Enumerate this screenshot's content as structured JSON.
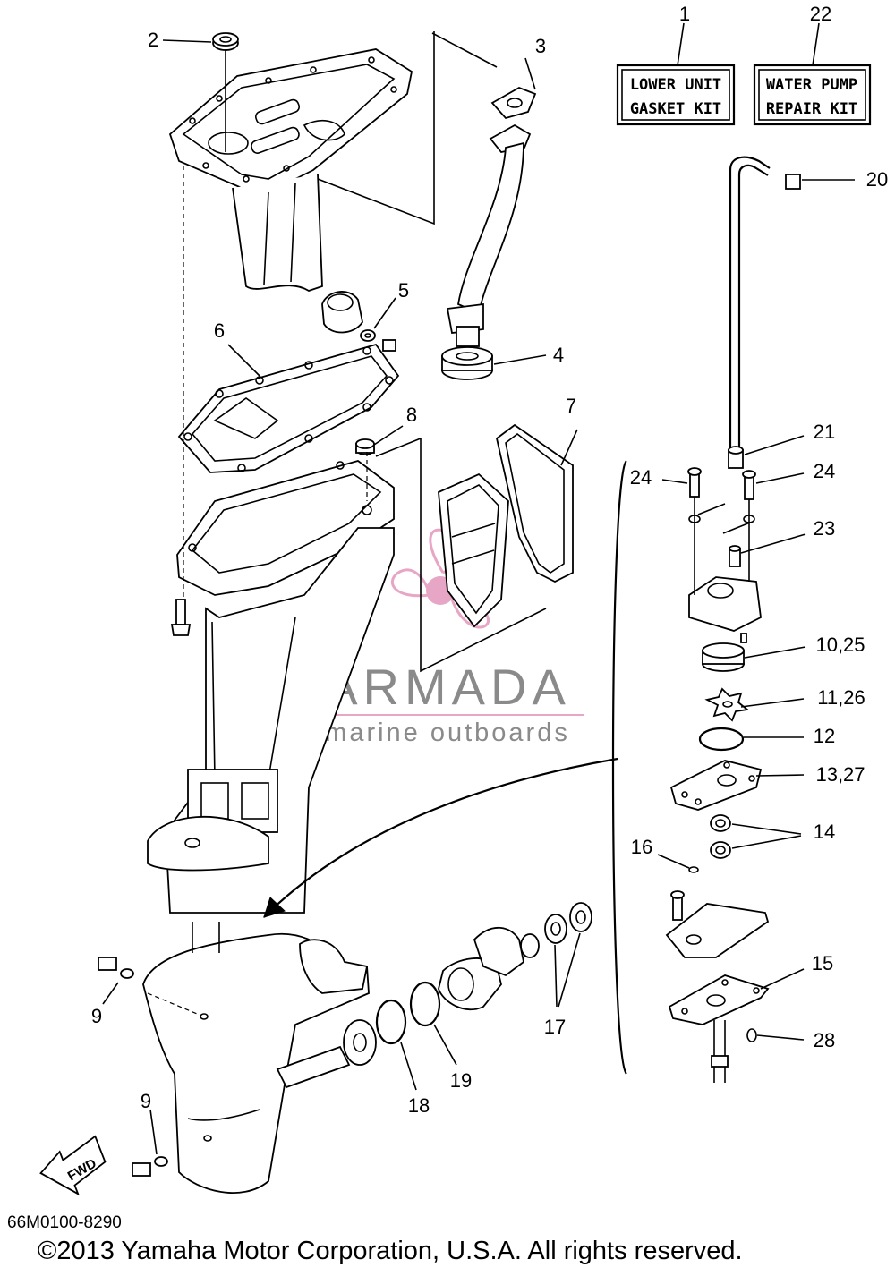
{
  "kits": [
    {
      "number": "1",
      "line1": "LOWER UNIT",
      "line2": "GASKET KIT"
    },
    {
      "number": "22",
      "line1": "WATER PUMP",
      "line2": "REPAIR KIT"
    }
  ],
  "callouts": {
    "c2": "2",
    "c3": "3",
    "c4": "4",
    "c5": "5",
    "c6": "6",
    "c7": "7",
    "c8": "8",
    "c9a": "9",
    "c9b": "9",
    "c10": "10,25",
    "c11": "11,26",
    "c12": "12",
    "c13": "13,27",
    "c14": "14",
    "c15": "15",
    "c16": "16",
    "c17": "17",
    "c18": "18",
    "c19": "19",
    "c20": "20",
    "c21": "21",
    "c23": "23",
    "c24a": "24",
    "c24b": "24",
    "c28": "28"
  },
  "fwd_label": "FWD",
  "watermark": {
    "name": "ARMADA",
    "tagline": "marine outboards",
    "color": "#e8a6c6"
  },
  "footer": {
    "code": "66M0100-8290",
    "copyright": "©2013 Yamaha Motor Corporation, U.S.A. All rights reserved."
  }
}
